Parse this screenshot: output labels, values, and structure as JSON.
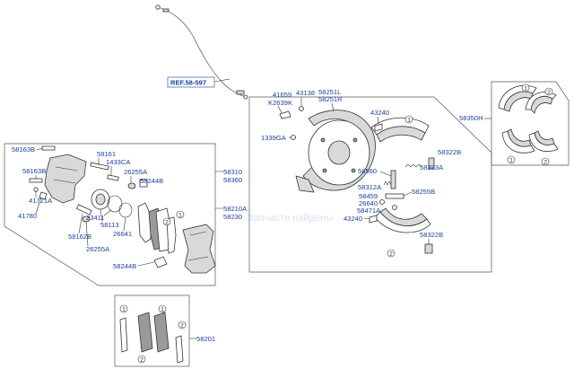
{
  "ref_label": "REF.58-597",
  "watermark": {
    "brand": "",
    "tagline": "Запчасти найдены"
  },
  "labels": {
    "l58163b_a": "58163B",
    "l58163b_b": "58163B",
    "l41721a": "41721A",
    "l41780": "41780",
    "l58161": "58161",
    "l1433ca": "1433CA",
    "l26255a_a": "26255A",
    "l58244b_a": "58244B",
    "l23411": "23411",
    "l58113": "58113",
    "l58162b": "58162B",
    "l26641": "26641",
    "l26255a_b": "26255A",
    "l58244b_b": "58244B",
    "l58310": "58310",
    "l58360": "58360",
    "l58210a": "58210A",
    "l58230": "58230",
    "l41659": "41659",
    "l43138": "43138",
    "l58251l": "58251L",
    "l58251r": "58251R",
    "lk2639k": "K2639K",
    "l1339ga": "1339GA",
    "l43240_a": "43240",
    "l58560": "58560",
    "l58322b_a": "58322B",
    "l58383a": "58383A",
    "l58312a": "58312A",
    "l58255b": "58255B",
    "l58459": "58459",
    "l26640": "26640",
    "l58471a": "58471A",
    "l43240_b": "43240",
    "l58322b_b": "58322B",
    "l58350h": "58350H",
    "l58201": "58201"
  },
  "callouts": {
    "c1": "1",
    "c2": "2",
    "c3": "1",
    "c4": "2",
    "c5": "1",
    "c6": "2",
    "c7": "1",
    "c8": "2",
    "c9": "1",
    "c10": "2",
    "c11": "1",
    "c12": "2",
    "c13": "1",
    "c14": "2"
  }
}
